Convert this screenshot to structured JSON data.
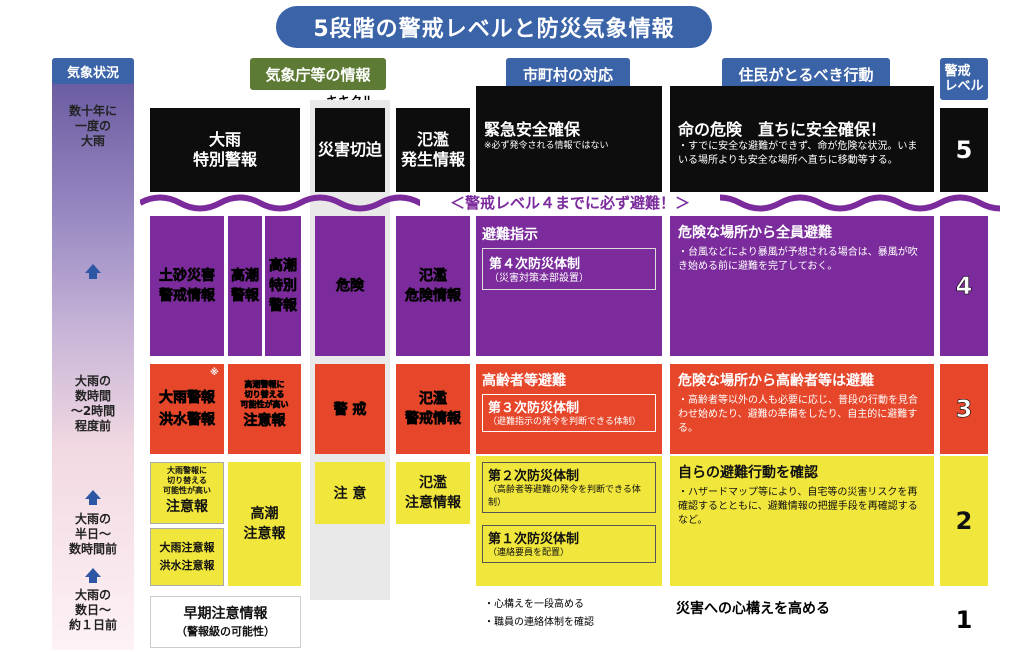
{
  "title": "5段階の警戒レベルと防災気象情報",
  "headers": {
    "weather": "気象状況",
    "jma": "気象庁等の情報",
    "kikikuru": "キキクル",
    "municipal": "市町村の対応",
    "residents": "住民がとるべき行動",
    "level": "警戒\nレベル"
  },
  "weather_labels": {
    "w1": "数十年に\n一度の\n大雨",
    "w2": "大雨の\n数時間\n～2時間\n程度前",
    "w3": "大雨の\n半日～\n数時間前",
    "w4": "大雨の\n数日～\n約１日前"
  },
  "banner": "＜警戒レベル４までに必ず避難！＞",
  "level5": {
    "jma": "大雨\n特別警報",
    "kikikuru": "災害切迫",
    "river": "氾濫\n発生情報",
    "muni_title": "緊急安全確保",
    "muni_note": "※必ず発令される情報ではない",
    "res_title": "命の危険　直ちに安全確保！",
    "res_note": "・すでに安全な避難ができず、命が危険な状況。いまいる場所よりも安全な場所へ直ちに移動等する。",
    "num": "5"
  },
  "level4": {
    "jma1": "土砂災害\n警戒情報",
    "jma2": "高潮\n警報",
    "jma3": "高潮\n特別\n警報",
    "kikikuru": "危険",
    "river": "氾濫\n危険情報",
    "muni_title": "避難指示",
    "muni_box_title": "第４次防災体制",
    "muni_box_sub": "（災害対策本部設置）",
    "res_title": "危険な場所から全員避難",
    "res_note": "・台風などにより暴風が予想される場合は、暴風が吹き始める前に避難を完了しておく。",
    "num": "4"
  },
  "level3": {
    "jma1": "大雨警報\n洪水警報",
    "jma1_mark": "※",
    "jma2_pre": "高潮警報に\n切り替える\n可能性が高い",
    "jma2": "注意報",
    "kikikuru": "警 戒",
    "river": "氾濫\n警戒情報",
    "muni_title": "高齢者等避難",
    "muni_box_title": "第３次防災体制",
    "muni_box_sub": "（避難指示の発令を判断できる体制）",
    "res_title": "危険な場所から高齢者等は避難",
    "res_note": "・高齢者等以外の人も必要に応じ、普段の行動を見合わせ始めたり、避難の準備をしたり、自主的に避難する。",
    "num": "3"
  },
  "level2": {
    "jma1_pre": "大雨警報に\n切り替える\n可能性が高い",
    "jma1": "注意報",
    "jma2": "高潮\n注意報",
    "jma3": "大雨注意報\n洪水注意報",
    "kikikuru": "注 意",
    "river": "氾濫\n注意情報",
    "muni_box1_title": "第２次防災体制",
    "muni_box1_sub": "（高齢者等避難の発令を判断できる体制）",
    "muni_box2_title": "第１次防災体制",
    "muni_box2_sub": "（連絡要員を配置）",
    "res_title": "自らの避難行動を確認",
    "res_note": "・ハザードマップ等により、自宅等の災害リスクを再確認するとともに、避難情報の把握手段を再確認するなど。",
    "num": "2"
  },
  "level1": {
    "jma": "早期注意情報",
    "jma_sub": "（警報級の可能性）",
    "muni_note1": "・心構えを一段高める",
    "muni_note2": "・職員の連絡体制を確認",
    "res_title": "災害への心構えを高める",
    "num": "1"
  },
  "colors": {
    "level5": "#0d0d0d",
    "level4": "#7b2b9b",
    "level3": "#e6462a",
    "level2": "#f0e63c",
    "header_blue": "#3a63a8",
    "header_green": "#5d7b34"
  }
}
